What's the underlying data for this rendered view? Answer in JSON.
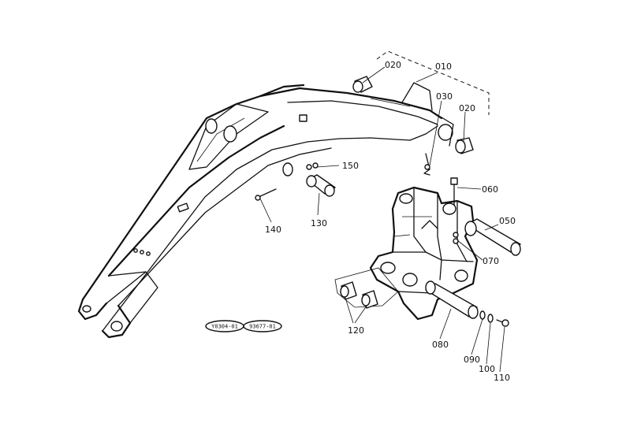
{
  "diagram": {
    "callouts": [
      {
        "id": "c010",
        "text": "010"
      },
      {
        "id": "c020a",
        "text": "020"
      },
      {
        "id": "c020b",
        "text": "020"
      },
      {
        "id": "c030",
        "text": "030"
      },
      {
        "id": "c050",
        "text": "050"
      },
      {
        "id": "c060",
        "text": "060"
      },
      {
        "id": "c070",
        "text": "070"
      },
      {
        "id": "c080",
        "text": "080"
      },
      {
        "id": "c090",
        "text": "090"
      },
      {
        "id": "c100",
        "text": "100"
      },
      {
        "id": "c110",
        "text": "110"
      },
      {
        "id": "c120",
        "text": "120"
      },
      {
        "id": "c130",
        "text": "130"
      },
      {
        "id": "c140",
        "text": "140"
      },
      {
        "id": "c150",
        "text": "150"
      }
    ],
    "stamps": [
      {
        "id": "s1",
        "text": "Y0304-01"
      },
      {
        "id": "s2",
        "text": "93677-01"
      }
    ]
  }
}
